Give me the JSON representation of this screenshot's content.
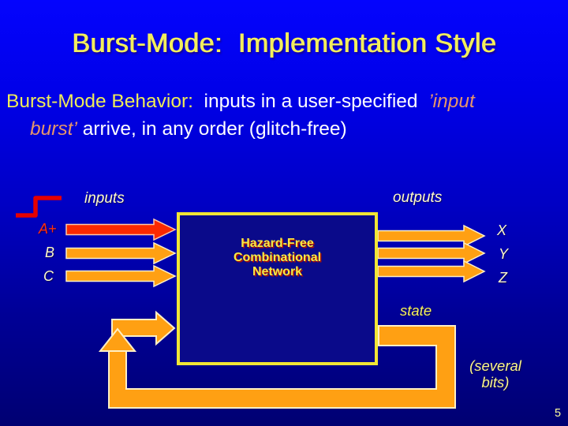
{
  "slide": {
    "title": "Burst-Mode:  Implementation Style",
    "page_number": "5",
    "body": {
      "label": "Burst-Mode Behavior:",
      "line1_text": "  inputs in a user-specified  ",
      "line1_em": "’input",
      "line2_em": "burst’",
      "line2_text": " arrive, in any order (glitch-free)"
    },
    "diagram": {
      "inputs_label": "inputs",
      "outputs_label": "outputs",
      "input_signals": [
        "A+",
        "B",
        "C"
      ],
      "output_signals": [
        "X",
        "Y",
        "Z"
      ],
      "box_lines": [
        "Hazard-Free",
        "Combinational",
        "Network"
      ],
      "state_label": "state",
      "feedback_note_line1": "(several",
      "feedback_note_line2": "bits)",
      "icons": {
        "rising_edge": "rising-edge-icon"
      }
    },
    "colors": {
      "background_top": "#0404fd",
      "background_bottom": "#000072",
      "title_yellow": "#f2ee5c",
      "body_white": "#ffffff",
      "body_emphasis_salmon": "#e5956b",
      "box_border_yellow": "#f2e635",
      "box_fill_navy": "#0a0a8a",
      "box_text_yellow": "#f7ea44",
      "arrow_orange": "#ffa013",
      "arrow_red": "#fb2800",
      "arrow_outline_cream": "#ffefc4",
      "label_pale_yellow": "#fdfbc9",
      "label_red": "#ff2d0d",
      "state_yellow": "#f5f25b"
    }
  }
}
